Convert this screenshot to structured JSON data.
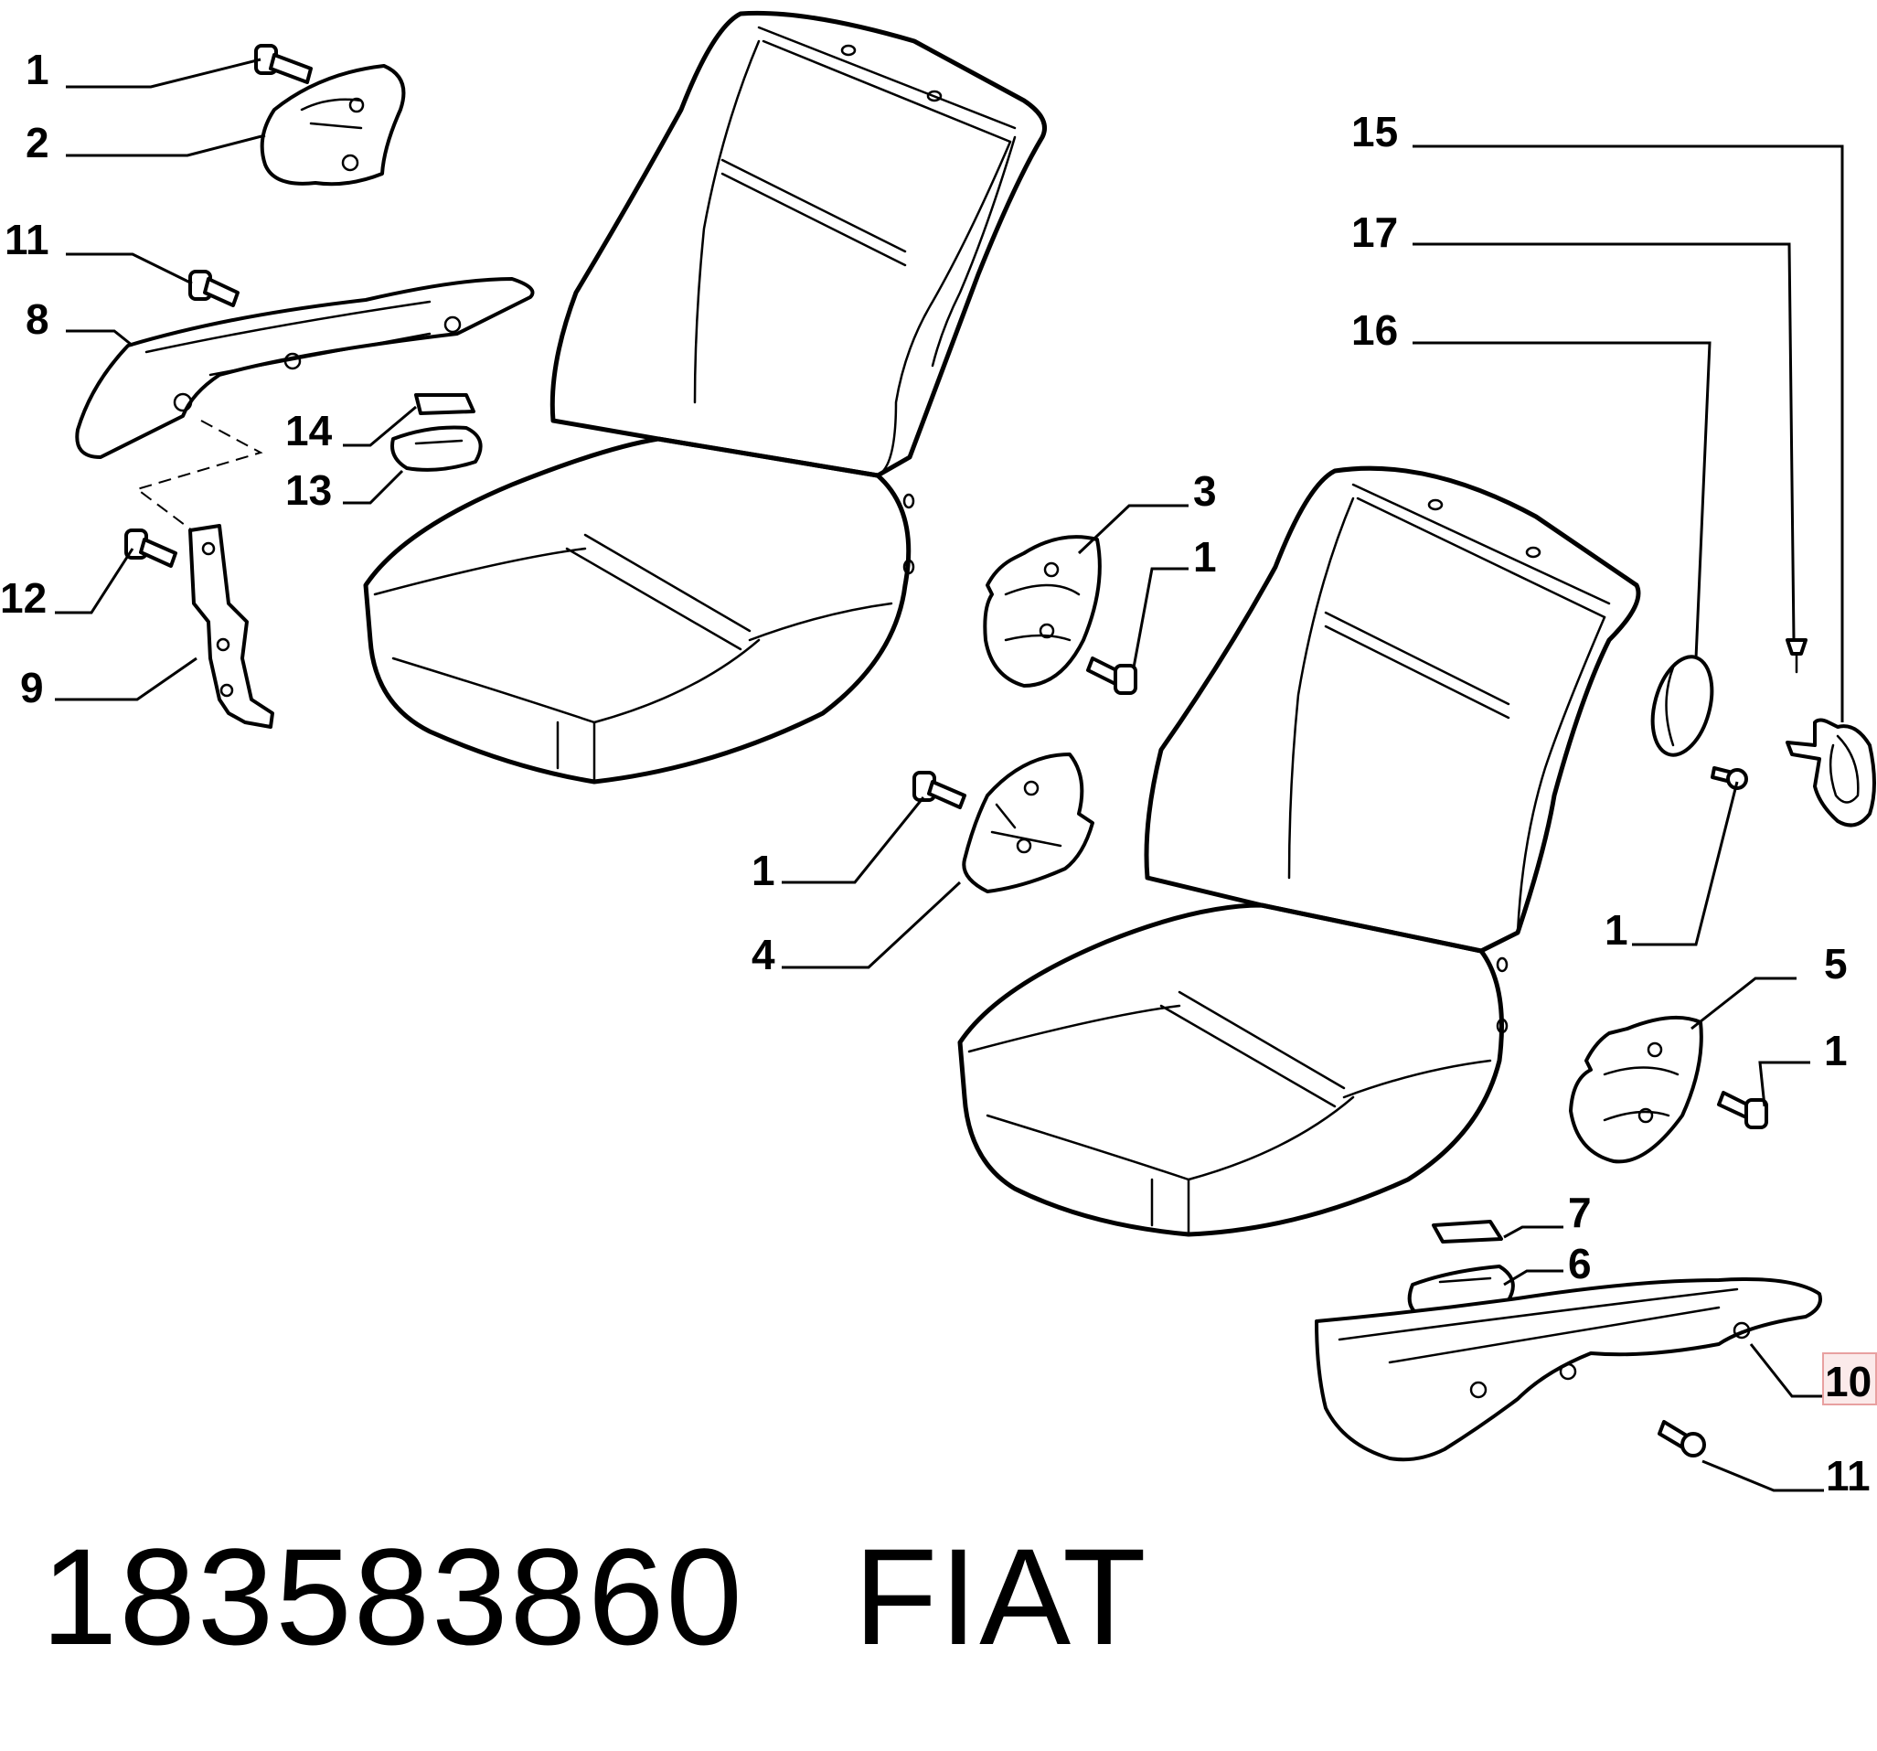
{
  "callouts": {
    "c1a": "1",
    "c2": "2",
    "c11a": "11",
    "c8": "8",
    "c14": "14",
    "c13": "13",
    "c12": "12",
    "c9": "9",
    "c15": "15",
    "c17": "17",
    "c16": "16",
    "c3": "3",
    "c1b": "1",
    "c1c": "1",
    "c4": "4",
    "c1d": "1",
    "c5": "5",
    "c1e": "1",
    "c7": "7",
    "c6": "6",
    "c10": "10",
    "c11b": "11"
  },
  "caption": {
    "part_number": "183583860",
    "brand": "FIAT"
  },
  "colors": {
    "line": "#000000",
    "highlight_box": "#e8a0a0",
    "background": "#ffffff"
  }
}
